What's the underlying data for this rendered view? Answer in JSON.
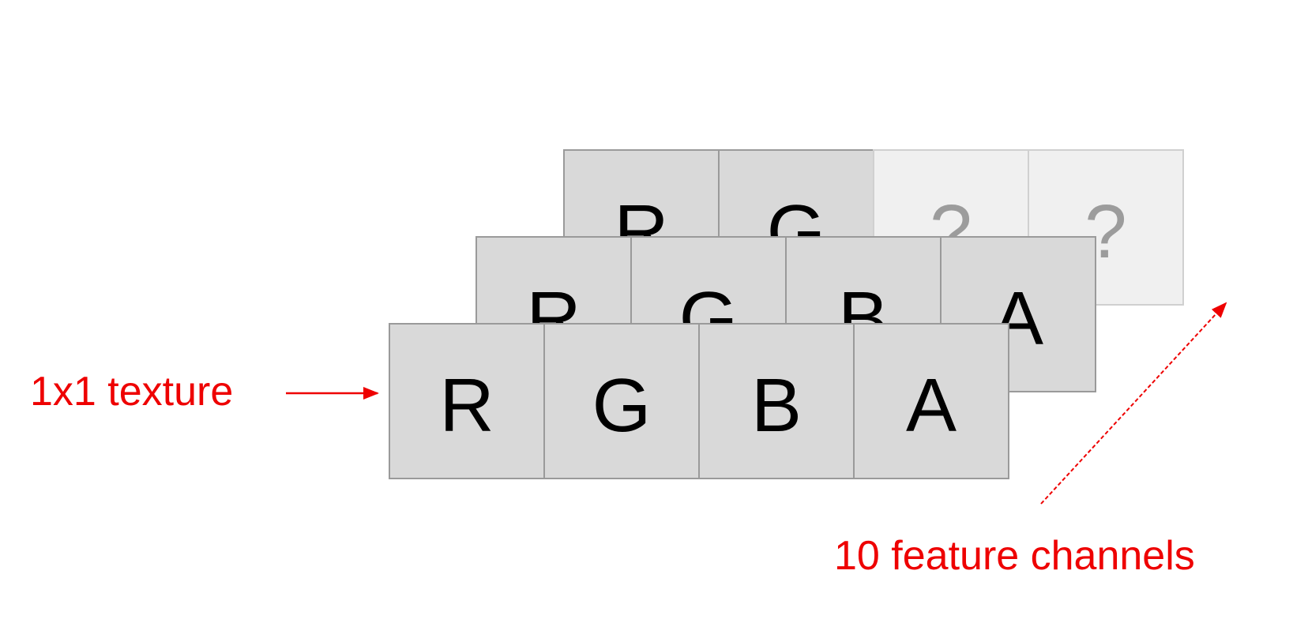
{
  "layers": {
    "back": [
      "R",
      "G",
      "?",
      "?"
    ],
    "middle": [
      "R",
      "G",
      "B",
      "A"
    ],
    "front": [
      "R",
      "G",
      "B",
      "A"
    ]
  },
  "labels": {
    "texture": "1x1 texture",
    "channels": "10 feature channels"
  },
  "colors": {
    "accent": "#ee0000",
    "cell_fill": "#d9d9d9",
    "cell_border": "#9a9a9a",
    "faded_fill": "#f0f0f0",
    "faded_border": "#d0d0d0",
    "faded_text": "#9c9c9c"
  }
}
